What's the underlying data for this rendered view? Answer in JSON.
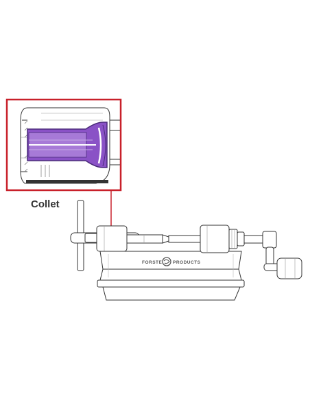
{
  "callout": {
    "label": "Collet",
    "highlight_color": "#8a52c6",
    "frame_color": "#c8202a"
  },
  "brand": {
    "left_word": "FORSTER",
    "right_word": "PRODUCTS"
  },
  "icons": {
    "logo": "circular-swoosh-logo"
  }
}
